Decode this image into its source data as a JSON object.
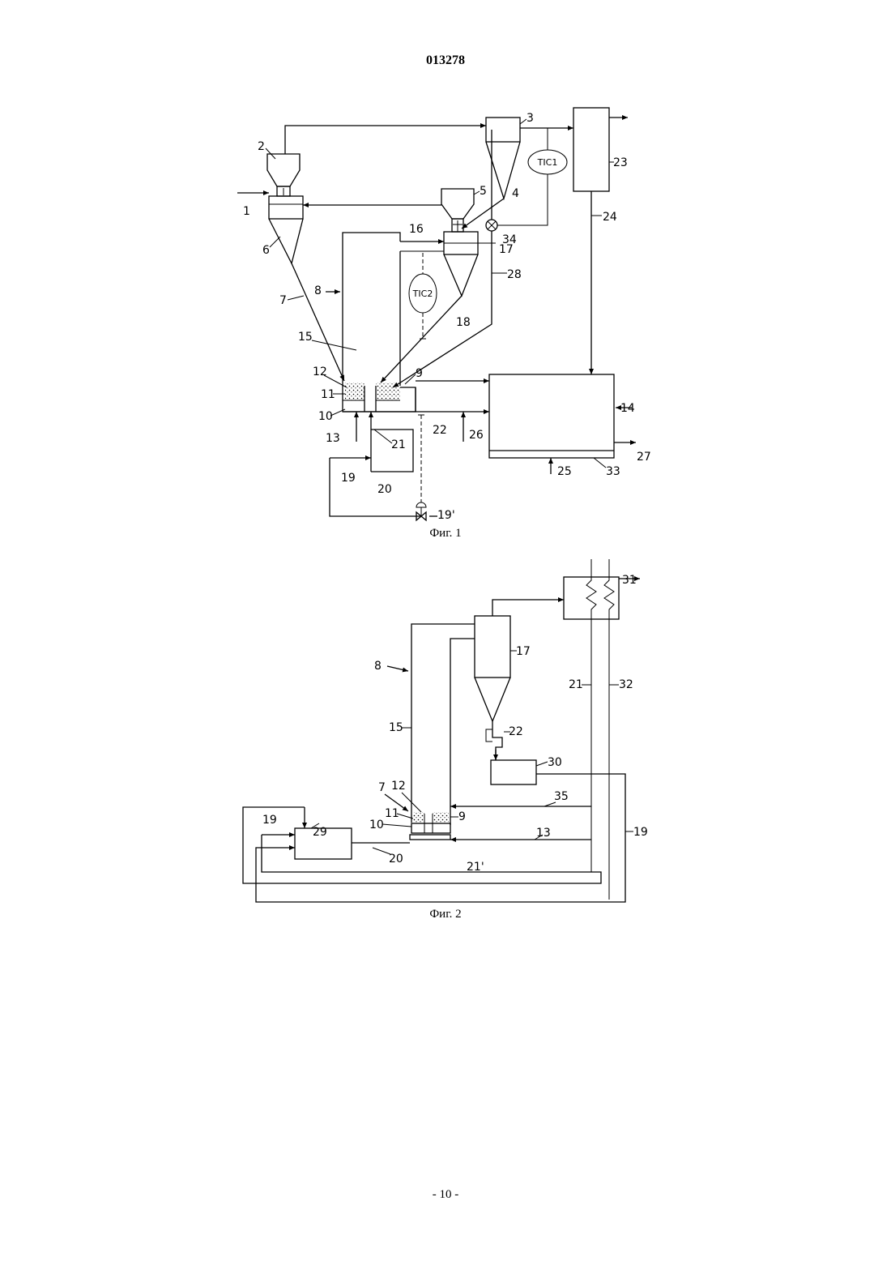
{
  "header": {
    "doc_number": "013278"
  },
  "footer": {
    "page_number": "- 10 -"
  },
  "figure1": {
    "caption": "Фиг. 1",
    "controllers": [
      "TIC1",
      "TIC2"
    ],
    "labels": [
      "1",
      "2",
      "3",
      "4",
      "5",
      "6",
      "7",
      "8",
      "9",
      "10",
      "11",
      "12",
      "13",
      "14",
      "15",
      "16",
      "17",
      "18",
      "19",
      "19'",
      "20",
      "21",
      "22",
      "23",
      "24",
      "25",
      "26",
      "27",
      "28",
      "33",
      "34"
    ]
  },
  "figure2": {
    "caption": "Фиг. 2",
    "labels": [
      "7",
      "8",
      "9",
      "10",
      "11",
      "12",
      "13",
      "15",
      "17",
      "19",
      "19",
      "20",
      "21",
      "21'",
      "22",
      "29",
      "30",
      "31",
      "32",
      "35"
    ]
  }
}
